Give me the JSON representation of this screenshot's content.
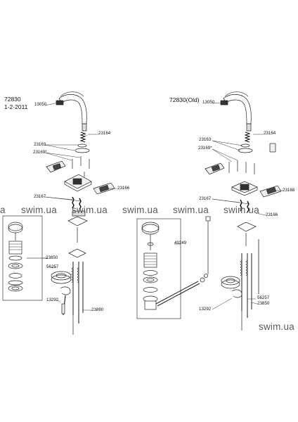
{
  "left": {
    "model": "72830",
    "date": "1-2-2011",
    "parts": {
      "p13050": "13050",
      "p23164": "23164",
      "p23163": "23163",
      "p23169": "23169*",
      "p23167": "23167",
      "p23166": "23166",
      "p23850": "23850",
      "p56257": "56257",
      "p13292": "13292",
      "p23880": "23880"
    }
  },
  "right": {
    "model": "72830(Old)",
    "parts": {
      "p13050": "13050",
      "p23164": "23164",
      "p23163": "23163",
      "p23169": "23169*",
      "p23168": "23168",
      "p23167": "23167",
      "p23166": "23166",
      "p49249": "49249",
      "p56257": "56257",
      "p13292": "13292",
      "p23850": "23850"
    }
  },
  "watermarks": [
    "a",
    "swim.ua",
    "swim.ua",
    "swim.ua",
    "swim.ua",
    "swim.ua",
    "swim.ua"
  ]
}
